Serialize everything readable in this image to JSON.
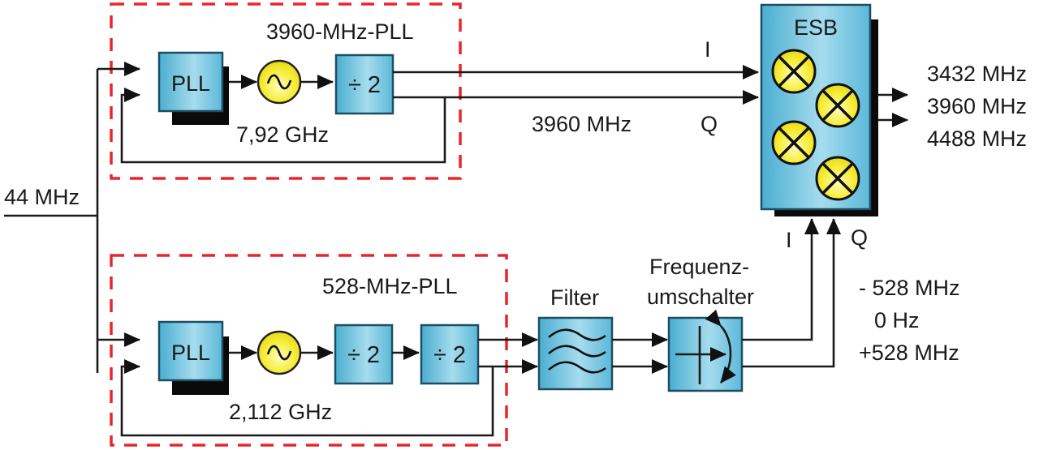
{
  "diagram": {
    "input_label": "44 MHz",
    "pll_top": {
      "group_label": "3960-MHz-PLL",
      "pll_block_label": "PLL",
      "vco_freq_label": "7,92 GHz",
      "divider_label": "÷ 2",
      "output_freq_label": "3960 MHz"
    },
    "pll_bottom": {
      "group_label": "528-MHz-PLL",
      "pll_block_label": "PLL",
      "vco_freq_label": "2,112 GHz",
      "divider1_label": "÷ 2",
      "divider2_label": "÷ 2"
    },
    "filter_label": "Filter",
    "switch_label_line1": "Frequenz-",
    "switch_label_line2": "umschalter",
    "esb": {
      "label": "ESB",
      "in_top_i": "I",
      "in_top_q": "Q",
      "in_bottom_i": "I",
      "in_bottom_q": "Q",
      "mixer_count": 4
    },
    "outputs": [
      "3432 MHz",
      "3960 MHz",
      "4488 MHz"
    ],
    "offsets": [
      "- 528 MHz",
      "0 Hz",
      "+528 MHz"
    ],
    "colors": {
      "block_fill": "#5bb8d8",
      "block_fill_light": "#b8e2f0",
      "oscillator_fill": "#f4ea2e",
      "group_border": "#e8262a",
      "wire": "#1a1a1a"
    }
  }
}
